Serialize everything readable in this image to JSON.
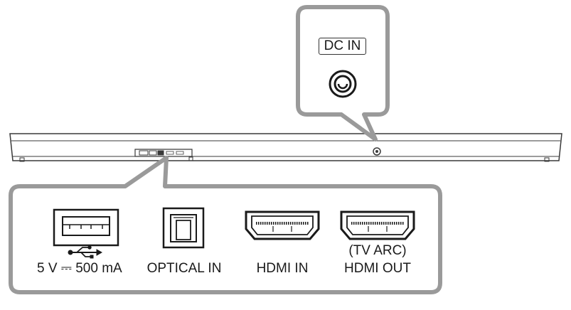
{
  "dc_in": {
    "label": "DC IN"
  },
  "ports": [
    {
      "id": "usb",
      "label": "5 V ⎓ 500 mA"
    },
    {
      "id": "optical",
      "label": "OPTICAL IN"
    },
    {
      "id": "hdmi_in",
      "label": "HDMI IN"
    },
    {
      "id": "hdmi_out",
      "label_top": "(TV ARC)",
      "label": "HDMI OUT"
    }
  ]
}
